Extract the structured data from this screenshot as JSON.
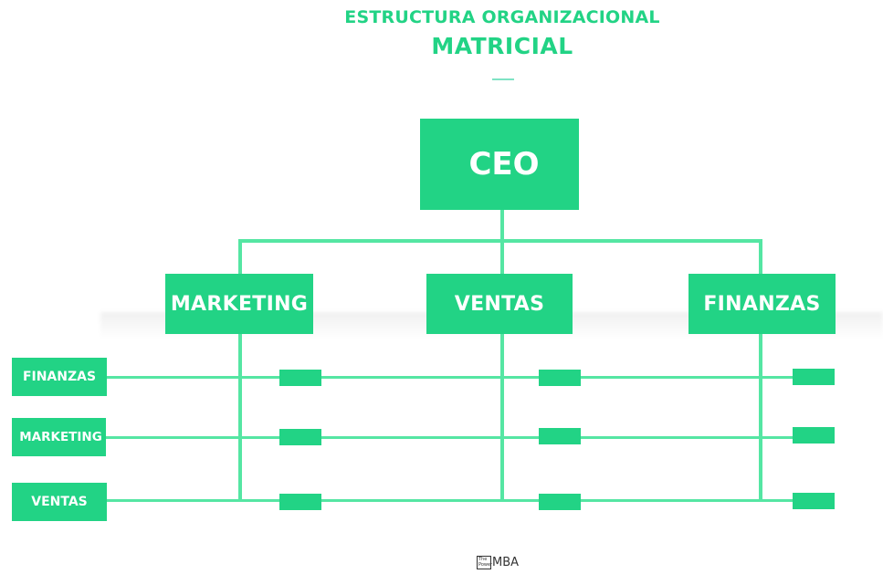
{
  "header": {
    "title_line1": "ESTRUCTURA ORGANIZACIONAL",
    "title_line2": "MATRICIAL"
  },
  "chart": {
    "top": "CEO",
    "departments": [
      "MARKETING",
      "VENTAS",
      "FINANZAS"
    ],
    "rows": [
      "FINANZAS",
      "MARKETING",
      "VENTAS"
    ]
  },
  "logo": {
    "small_text_1": "The",
    "small_text_2": "Power",
    "brand": "MBA"
  },
  "colors": {
    "primary": "#22d385",
    "line": "#55e6a3"
  }
}
